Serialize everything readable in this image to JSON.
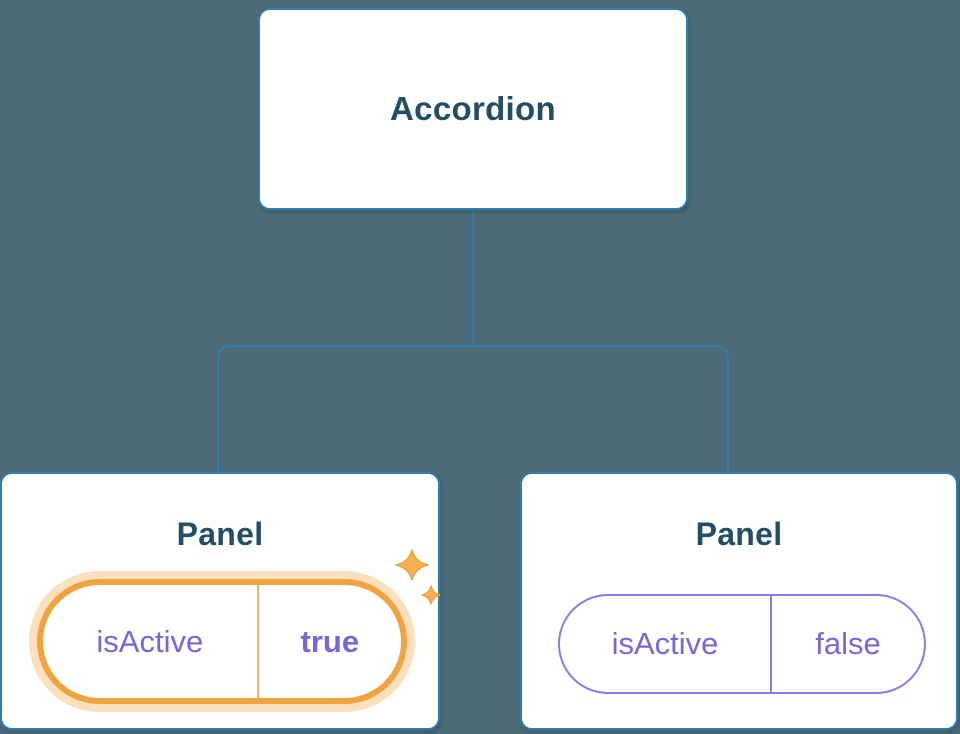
{
  "diagram": {
    "root": {
      "label": "Accordion"
    },
    "panels": [
      {
        "title": "Panel",
        "state": {
          "name": "isActive",
          "value": "true"
        },
        "highlighted": true
      },
      {
        "title": "Panel",
        "state": {
          "name": "isActive",
          "value": "false"
        },
        "highlighted": false
      }
    ],
    "sparkle_icon": "✦",
    "colors": {
      "background": "#4c6b77",
      "node_fill": "#ffffff",
      "node_border": "#2e7eb3",
      "connector": "#2e7eb3",
      "title_text": "#234e64",
      "state_text": "#7668d8",
      "active_border": "#f0a33f",
      "active_glow": "rgba(246,199,134,0.55)",
      "inactive_border": "#867ce8",
      "sparkle": "#f2b254"
    }
  }
}
